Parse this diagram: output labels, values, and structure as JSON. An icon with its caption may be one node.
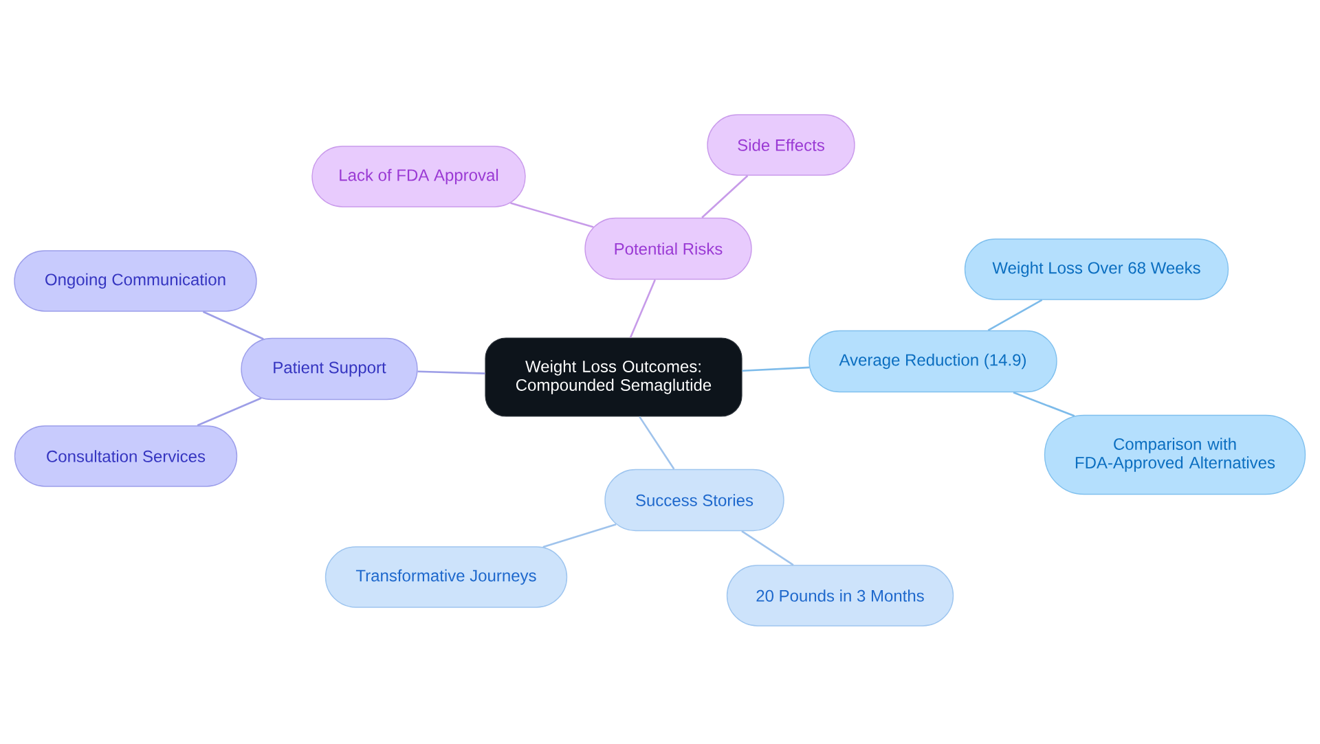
{
  "diagram": {
    "nodes": [
      {
        "text": [
          "Weight Loss Outcomes: Compounded Semaglutide"
        ]
      },
      {
        "text": [
          "Potential Risks"
        ]
      },
      {
        "text": [
          "Lack of FDA Approval"
        ]
      },
      {
        "text": [
          "Side Effects"
        ]
      },
      {
        "text": [
          "Average Reduction (14.9)"
        ]
      },
      {
        "text": [
          "Weight Loss Over 68 Weeks"
        ]
      },
      {
        "text": [
          "Comparison with FDA-Approved Alternatives"
        ]
      },
      {
        "text": [
          "Success Stories"
        ]
      },
      {
        "text": [
          "Transformative Journeys"
        ]
      },
      {
        "text": [
          "20 Pounds in 3 Months"
        ]
      },
      {
        "text": [
          "Patient Support"
        ]
      },
      {
        "text": [
          "Ongoing Communication"
        ]
      },
      {
        "text": [
          "Consultation Services"
        ]
      }
    ],
    "edges": [
      {
        "from": 0,
        "to": 1,
        "arrow": "none",
        "color": "#c79be9"
      },
      {
        "from": 1,
        "to": 2,
        "arrow": "none",
        "color": "#c79be9"
      },
      {
        "from": 1,
        "to": 3,
        "arrow": "none",
        "color": "#c79be9"
      },
      {
        "from": 0,
        "to": 4,
        "arrow": "none",
        "color": "#7dbbea"
      },
      {
        "from": 4,
        "to": 5,
        "arrow": "none",
        "color": "#7dbbea"
      },
      {
        "from": 4,
        "to": 6,
        "arrow": "none",
        "color": "#7dbbea"
      },
      {
        "from": 0,
        "to": 7,
        "arrow": "none",
        "color": "#9fc3ec"
      },
      {
        "from": 7,
        "to": 8,
        "arrow": "none",
        "color": "#9fc3ec"
      },
      {
        "from": 7,
        "to": 9,
        "arrow": "none",
        "color": "#9fc3ec"
      },
      {
        "from": 0,
        "to": 10,
        "arrow": "none",
        "color": "#9d9ee7"
      },
      {
        "from": 10,
        "to": 11,
        "arrow": "none",
        "color": "#9d9ee7"
      },
      {
        "from": 10,
        "to": 12,
        "arrow": "none",
        "color": "#9d9ee7"
      }
    ]
  }
}
